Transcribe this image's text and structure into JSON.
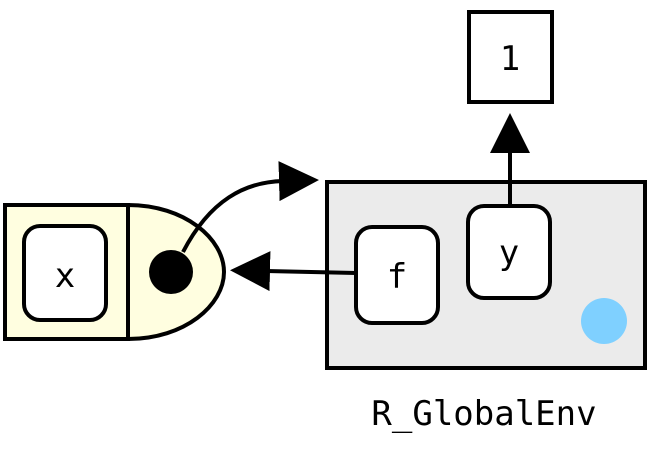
{
  "function_binding": {
    "arg_name": "x"
  },
  "environment": {
    "label": "R_GlobalEnv",
    "bindings": [
      {
        "name": "f"
      },
      {
        "name": "y"
      }
    ]
  },
  "value_box": {
    "value": "1"
  },
  "colors": {
    "function_fill": "#FFFEE0",
    "environment_fill": "#EBEBEB",
    "binding_fill": "#FFFFFF",
    "stroke": "#000000",
    "env_dot": "#7FD0FF"
  }
}
